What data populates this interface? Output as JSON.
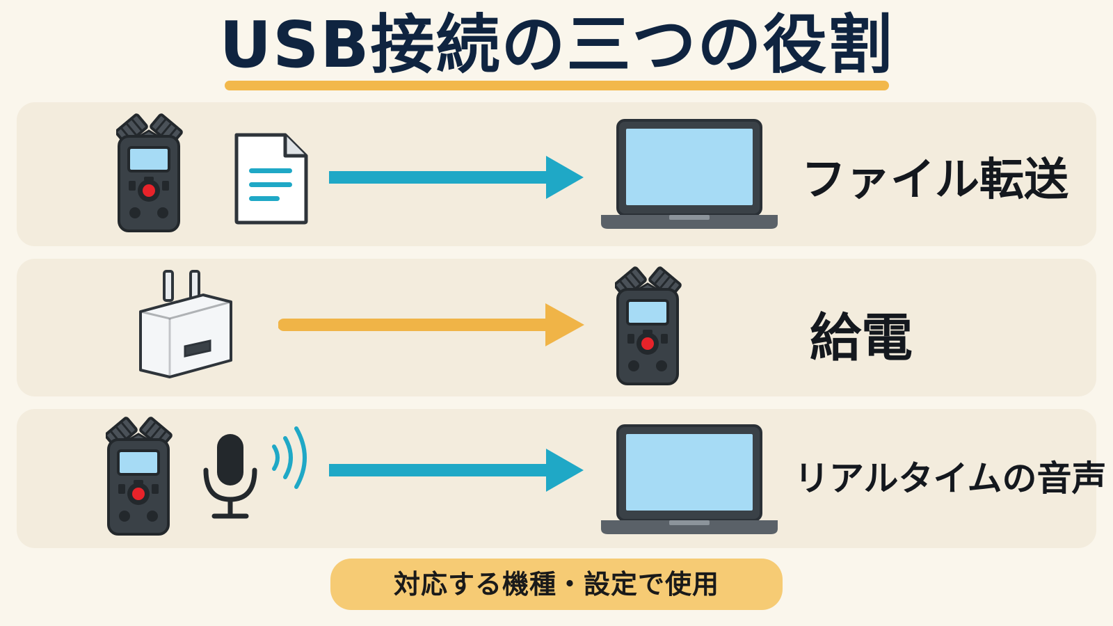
{
  "title": "USB接続の三つの役割",
  "rows": [
    {
      "label": "ファイル転送"
    },
    {
      "label": "給電"
    },
    {
      "label": "リアルタイムの音声"
    }
  ],
  "note": "対応する機種・設定で使用",
  "colors": {
    "background": "#faf6ec",
    "row_background": "#f3ecdd",
    "title": "#0f2440",
    "accent_orange": "#f2b84b",
    "arrow_teal": "#1fa8c6",
    "arrow_orange": "#f0b447",
    "screen_blue": "#a6dbf5",
    "device_dark": "#3a4147",
    "record_red": "#e8232a"
  },
  "icons": [
    "recorder-icon",
    "document-icon",
    "laptop-icon",
    "power-adapter-icon",
    "microphone-icon",
    "sound-waves-icon"
  ]
}
